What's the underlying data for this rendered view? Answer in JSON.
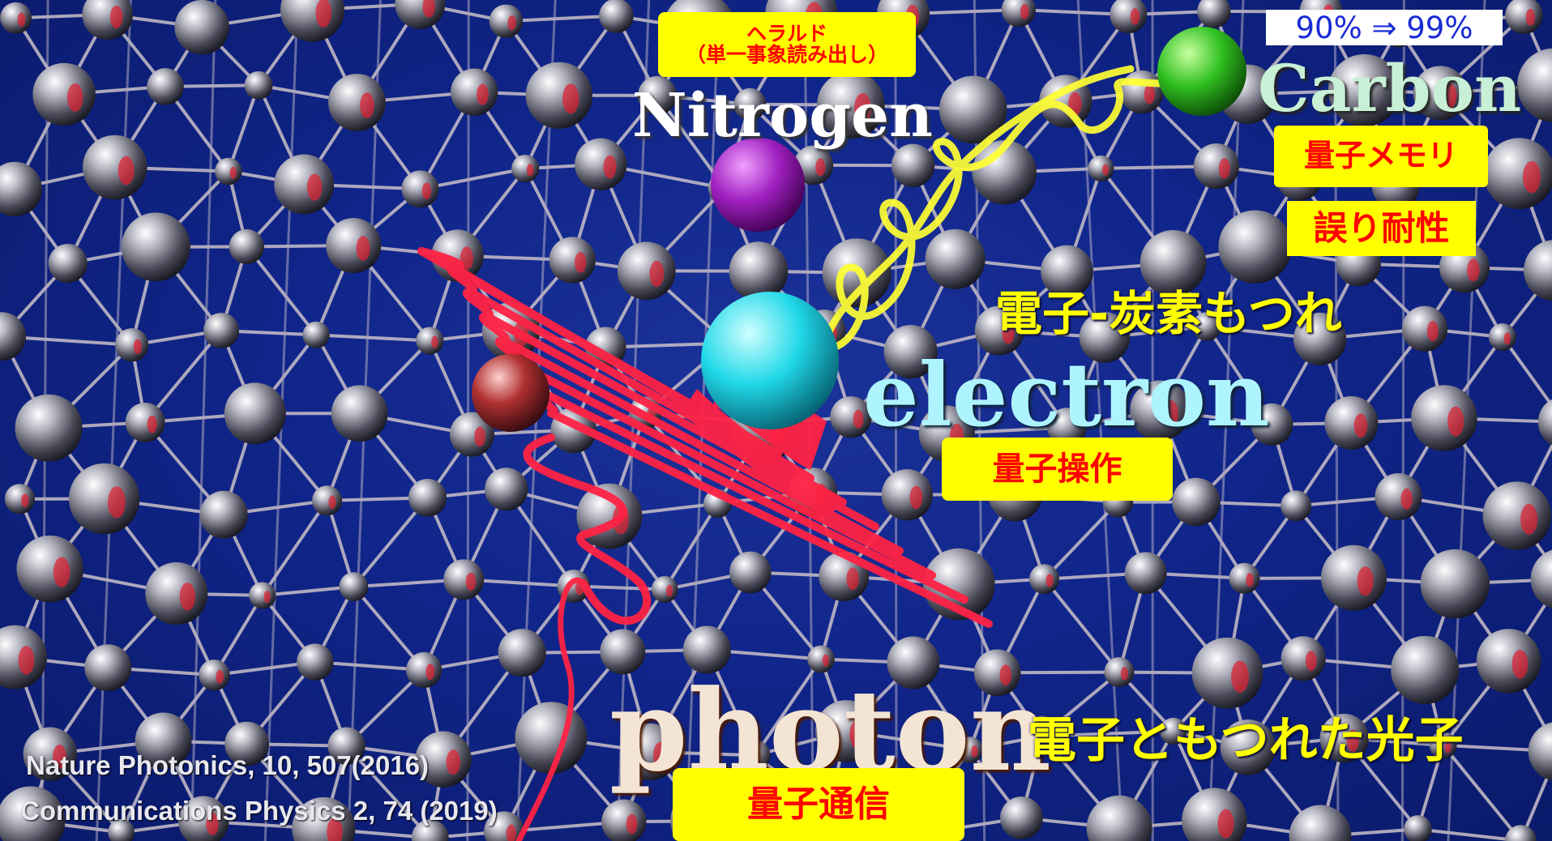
{
  "labels": {
    "herald_line1": "ヘラルド",
    "herald_line2": "（単一事象読み出し）",
    "nitrogen": "Nitrogen",
    "carbon": "Carbon",
    "quantum_memory": "量子メモリ",
    "fault_tolerance": "誤り耐性",
    "electron_carbon_entanglement": "電子-炭素もつれ",
    "electron": "electron",
    "quantum_operation": "量子操作",
    "photon": "photon",
    "electron_entangled_photon": "電子ともつれた光子",
    "quantum_communication": "量子通信",
    "fidelity_improvement": "90% ⇒ 99%"
  },
  "references": [
    "Nature Photonics, 10, 507(2016)",
    "Communications Physics 2, 74 (2019)"
  ],
  "colors": {
    "background": "#10258a",
    "label_box": "#ffff00",
    "label_text": "#ff0000",
    "nitrogen_atom": "#a020c0",
    "electron_atom": "#20d8e8",
    "carbon_atom": "#30c020",
    "entanglement_wave": "#ffff33",
    "photon_wave": "#ff2244"
  }
}
